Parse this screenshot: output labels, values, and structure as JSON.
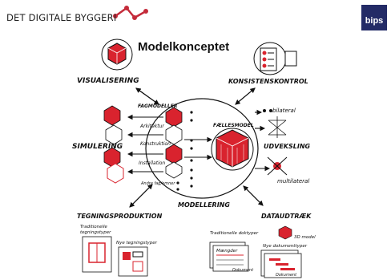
{
  "header": {
    "brand": "DET DIGITALE BYGGERI",
    "logo_text": "bips",
    "brand_color": "#c42b3a",
    "logo_color": "#232b66"
  },
  "title": "Modelkonceptet",
  "diagram": {
    "visualisering": "VISUALISERING",
    "konsistenskontrol": "KONSISTENSKONTROL",
    "simulering": "SIMULERING",
    "modeller_label": "FAGMODELLER",
    "arkitektur": "Arkitektur",
    "konstruktion": "Konstruktion",
    "installation": "Installation",
    "andre_fag": "Andre fag/emner",
    "faellesmodel": "FÆLLESMODEL",
    "bilateral": "bilateral",
    "udveksling": "UDVEKSLING",
    "multilateral": "multilateral",
    "modellering": "MODELLERING",
    "tegningsproduktion": "TEGNINGSPRODUKTION",
    "dataudtraek": "DATAUDTRÆK",
    "traditionelle": "Traditionelle",
    "tegningstyper": "tegningstyper",
    "nye_tegningstyper": "Nye tegningstyper",
    "traditionelle_doktyper": "Traditionelle doktyper",
    "nye_dokumenttyper": "Nye dokumenttyper",
    "mdmodel": "3D model",
    "maengder": "Mængder",
    "dok1": "Dokument",
    "dok2": "Dokument"
  }
}
